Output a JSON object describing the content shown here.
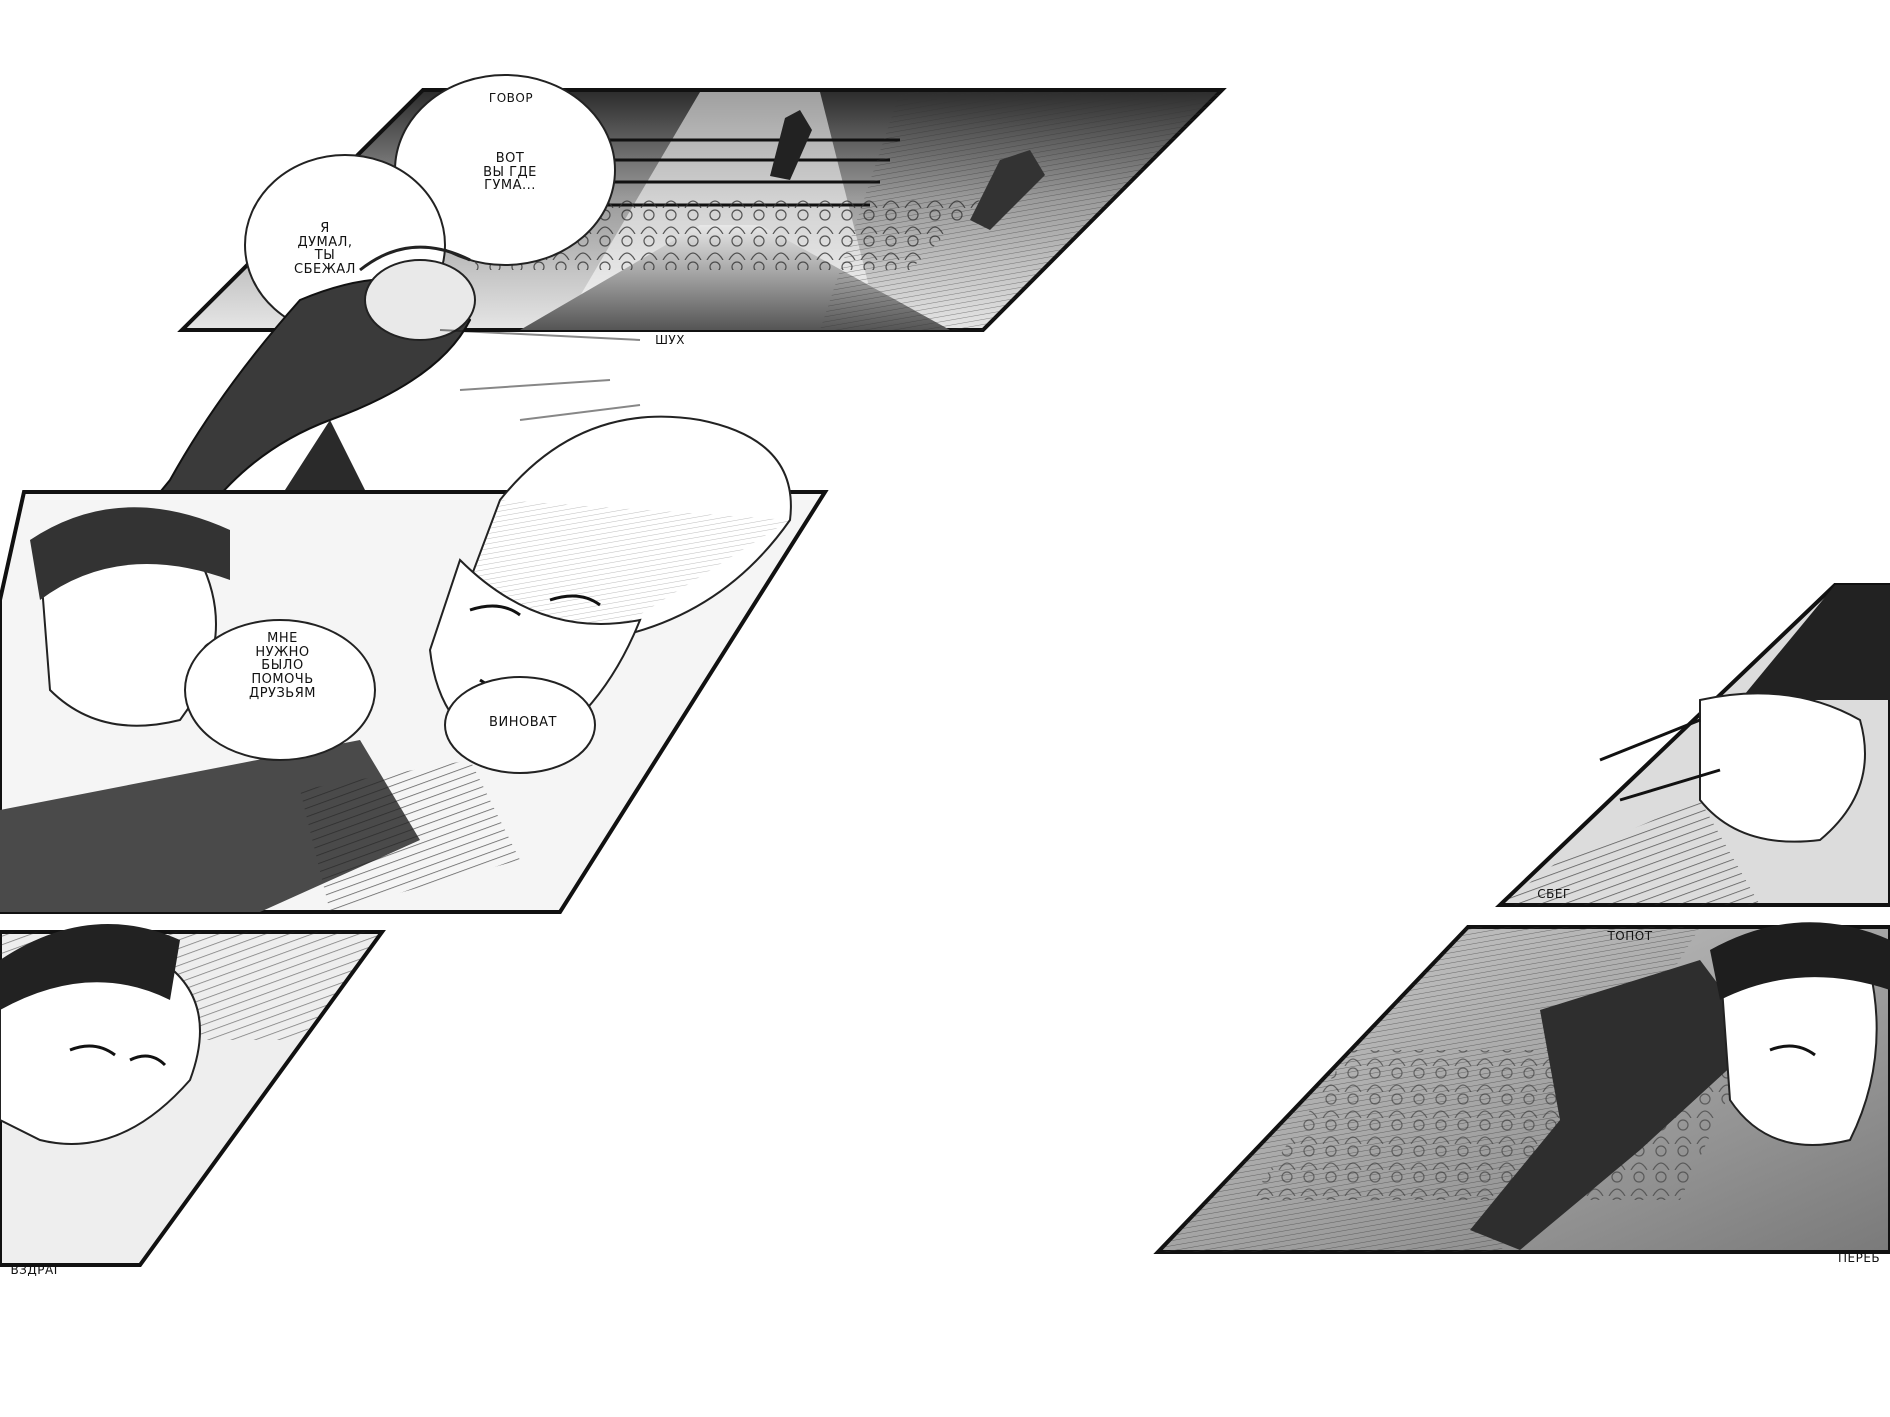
{
  "page": {
    "kind": "manga-spread",
    "palette": {
      "ink": "#111111",
      "paper": "#ffffff",
      "tone": "#6f6f6f",
      "light_tone": "#bdbdbd"
    }
  },
  "panel1": {
    "sfx_top": "ГОВОР",
    "bubble_a": [
      "ВОТ",
      "ВЫ ГДЕ",
      "ГУМА..."
    ],
    "bubble_b": [
      "Я",
      "ДУМАЛ,",
      "ТЫ",
      "СБЕЖАЛ"
    ],
    "sfx_bottom": "ШУХ"
  },
  "panel2": {
    "bubble_a": [
      "МНЕ",
      "НУЖНО",
      "БЫЛО",
      "ПОМОЧЬ",
      "ДРУЗЬЯМ"
    ],
    "bubble_b": "ВИНОВАТ"
  },
  "panel3": {
    "sfx": "ВЗДРАГ"
  },
  "panel4": {
    "sfx": "СБЕГ"
  },
  "panel5": {
    "sfx_top": "ТОПОТ",
    "sfx_bottom": "ПЕРЕБ"
  }
}
